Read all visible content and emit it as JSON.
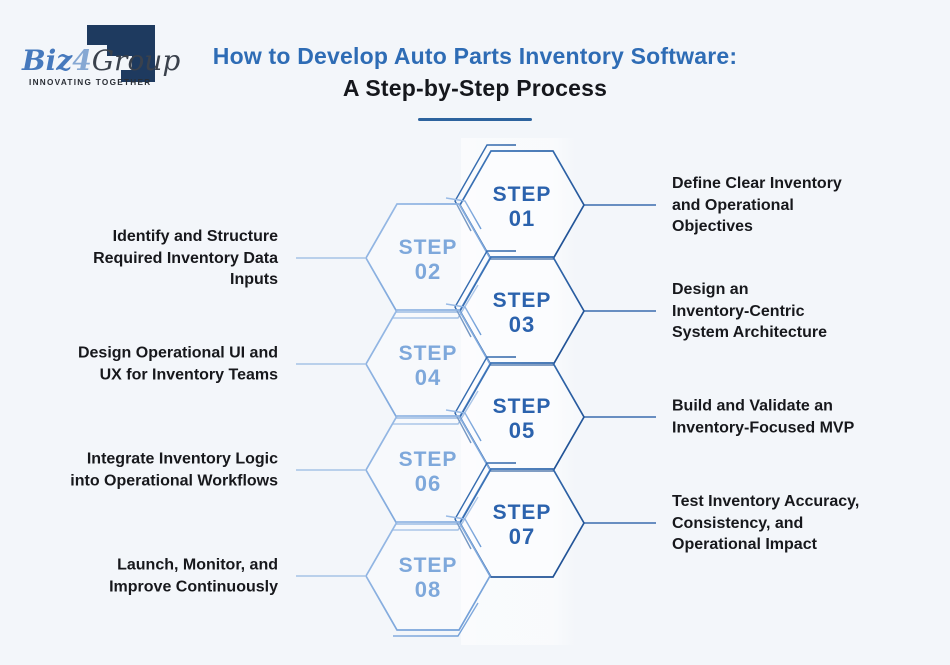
{
  "logo": {
    "brand_part1": "Biz",
    "brand_part2": "4",
    "brand_part3": "Group",
    "tagline": "INNOVATING TOGETHER",
    "mark_color": "#1e3a5f",
    "brand_color1": "#4679bd",
    "brand_color2": "#86a8d3",
    "brand_color3": "#3a414c"
  },
  "header": {
    "title": "How to Develop Auto Parts Inventory Software:",
    "subtitle": "A Step-by-Step Process",
    "title_color": "#2e6cb5",
    "subtitle_color": "#15171c",
    "underline_color": "#2d639e"
  },
  "diagram": {
    "colors": {
      "hex_dark_start": "#4079bd",
      "hex_dark_end": "#1c4c8f",
      "hex_light_start": "#9bbce6",
      "hex_light_end": "#6e9cd6",
      "connector_dark": "#3a6cae",
      "connector_light": "#a6c3e6",
      "step_text_dark": "#2b62ad",
      "step_text_light": "#7ea8db",
      "background": "#f3f6fa"
    },
    "steps": [
      {
        "step_label": "STEP",
        "number": "01",
        "tone": "dark",
        "side": "right",
        "description": "Define Clear Inventory\nand Operational\nObjectives"
      },
      {
        "step_label": "STEP",
        "number": "02",
        "tone": "light",
        "side": "left",
        "description": "Identify and Structure\nRequired Inventory Data\nInputs"
      },
      {
        "step_label": "STEP",
        "number": "03",
        "tone": "dark",
        "side": "right",
        "description": "Design an\nInventory-Centric\nSystem Architecture"
      },
      {
        "step_label": "STEP",
        "number": "04",
        "tone": "light",
        "side": "left",
        "description": "Design Operational UI and\nUX for Inventory Teams"
      },
      {
        "step_label": "STEP",
        "number": "05",
        "tone": "dark",
        "side": "right",
        "description": "Build and Validate an\nInventory-Focused MVP"
      },
      {
        "step_label": "STEP",
        "number": "06",
        "tone": "light",
        "side": "left",
        "description": "Integrate Inventory Logic\ninto Operational Workflows"
      },
      {
        "step_label": "STEP",
        "number": "07",
        "tone": "dark",
        "side": "right",
        "description": "Test Inventory Accuracy,\nConsistency, and\nOperational Impact"
      },
      {
        "step_label": "STEP",
        "number": "08",
        "tone": "light",
        "side": "left",
        "description": "Launch, Monitor, and\nImprove Continuously"
      }
    ]
  }
}
